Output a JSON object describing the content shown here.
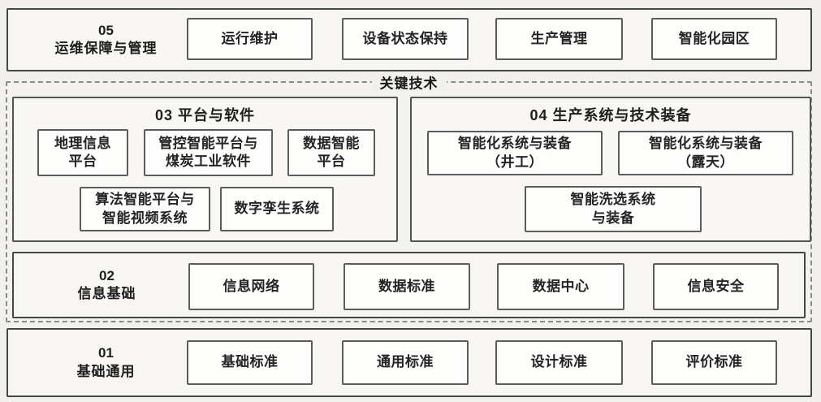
{
  "colors": {
    "page_bg": "#f1f0ed",
    "band_bg": "#f7f6f3",
    "box_bg": "#fdfdfb",
    "band_border": "#474747",
    "box_border": "#5c5c5c",
    "dashed_border": "#8a8a8a",
    "text": "#242424"
  },
  "key_tech_label": "关键技术",
  "layer05": {
    "code": "05",
    "name": "运维保障与管理",
    "boxes": [
      "运行维护",
      "设备状态保持",
      "生产管理",
      "智能化园区"
    ]
  },
  "section03": {
    "title": "03 平台与软件",
    "row1": [
      "地理信息\n平台",
      "管控智能平台与\n煤炭工业软件",
      "数据智能\n平台"
    ],
    "row2": [
      "算法智能平台与\n智能视频系统",
      "数字孪生系统"
    ]
  },
  "section04": {
    "title": "04 生产系统与技术装备",
    "row1": [
      "智能化系统与装备\n（井工）",
      "智能化系统与装备\n（露天）"
    ],
    "row2": [
      "智能洗选系统\n与装备"
    ]
  },
  "layer02": {
    "code": "02",
    "name": "信息基础",
    "boxes": [
      "信息网络",
      "数据标准",
      "数据中心",
      "信息安全"
    ]
  },
  "layer01": {
    "code": "01",
    "name": "基础通用",
    "boxes": [
      "基础标准",
      "通用标准",
      "设计标准",
      "评价标准"
    ]
  }
}
